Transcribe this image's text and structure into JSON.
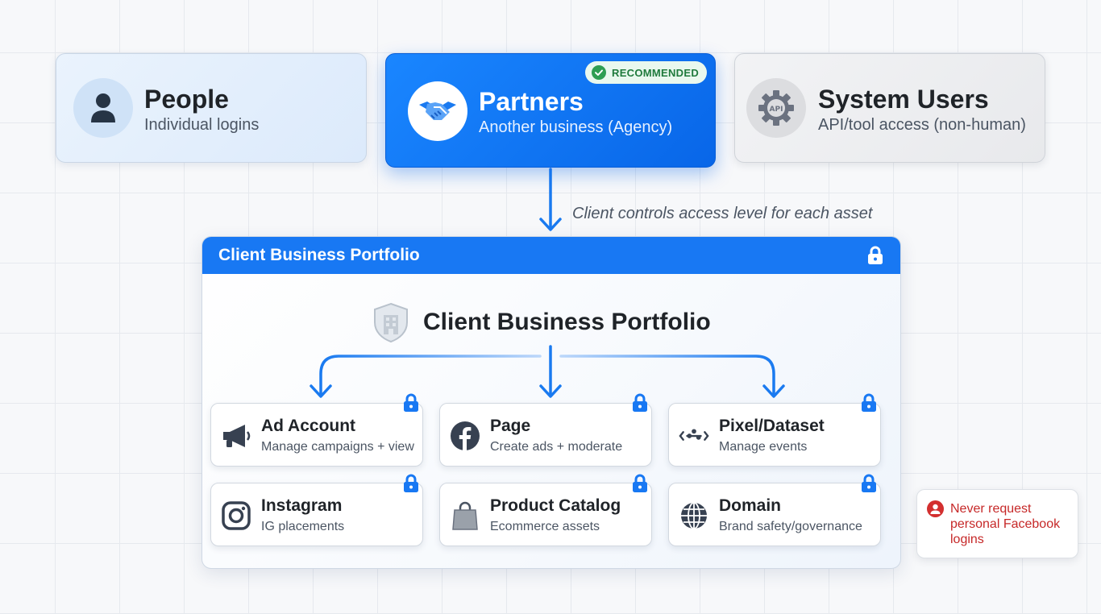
{
  "top_cards": {
    "people": {
      "title": "People",
      "subtitle": "Individual logins",
      "icon": "person-icon"
    },
    "partners": {
      "title": "Partners",
      "subtitle": "Another business (Agency)",
      "icon": "handshake-icon",
      "badge": "RECOMMENDED"
    },
    "system_users": {
      "title": "System Users",
      "subtitle": "API/tool access (non-human)",
      "icon": "api-gear-icon",
      "icon_text": "API"
    }
  },
  "arrow_caption": "Client controls access level for each asset",
  "portfolio": {
    "bar_title": "Client Business Portfolio",
    "inner_title": "Client Business Portfolio",
    "assets": [
      {
        "title": "Ad Account",
        "subtitle": "Manage campaigns + view",
        "icon": "megaphone-icon"
      },
      {
        "title": "Page",
        "subtitle": "Create ads + moderate",
        "icon": "facebook-icon"
      },
      {
        "title": "Pixel/Dataset",
        "subtitle": "Manage events",
        "icon": "pixel-icon"
      },
      {
        "title": "Instagram",
        "subtitle": "IG placements",
        "icon": "instagram-icon"
      },
      {
        "title": "Product Catalog",
        "subtitle": "Ecommerce assets",
        "icon": "shopping-bag-icon"
      },
      {
        "title": "Domain",
        "subtitle": "Brand safety/governance",
        "icon": "globe-icon"
      }
    ]
  },
  "warning": {
    "text": "Never request personal Facebook logins",
    "icon": "alert-person-icon"
  },
  "colors": {
    "primary_blue": "#1878f3",
    "warning_red": "#c62828",
    "success_green": "#1f7a3c"
  }
}
